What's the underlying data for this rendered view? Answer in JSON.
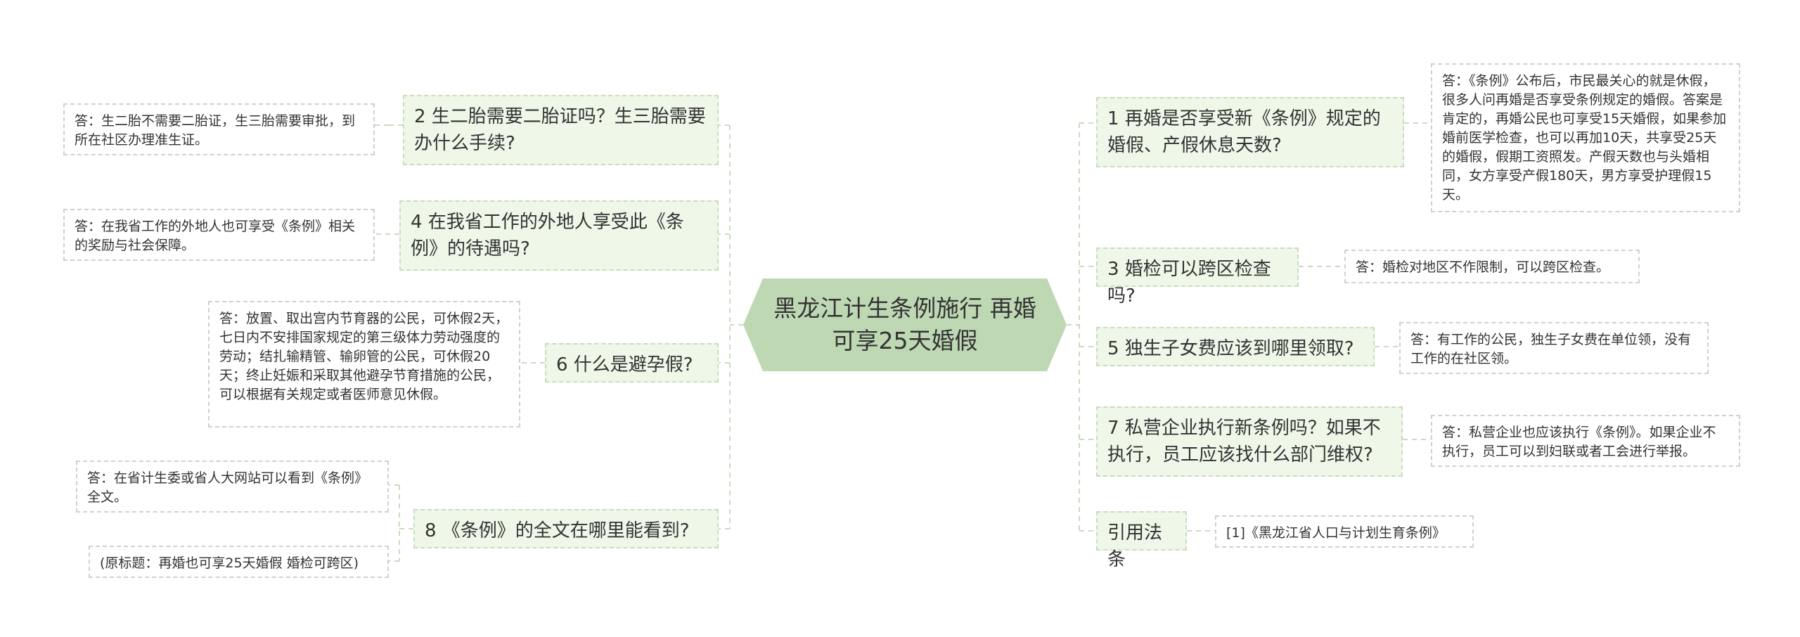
{
  "center": {
    "title": "黑龙江计生条例施行 再婚可享25天婚假"
  },
  "colors": {
    "center_fill": "#bed8b4",
    "branch_fill": "#eef7e8",
    "line": "#c9dcbf",
    "leaf_border": "#d0d0d0"
  },
  "right": [
    {
      "q": "1 再婚是否享受新《条例》规定的婚假、产假休息天数?",
      "a": [
        "答：《条例》公布后，市民最关心的就是休假，很多人问再婚是否享受条例规定的婚假。答案是肯定的，再婚公民也可享受15天婚假，如果参加婚前医学检查，也可以再加10天，共享受25天的婚假，假期工资照发。产假天数也与头婚相同，女方享受产假180天，男方享受护理假15天。"
      ]
    },
    {
      "q": "3 婚检可以跨区检查吗?",
      "a": [
        "答：婚检对地区不作限制，可以跨区检查。"
      ]
    },
    {
      "q": "5 独生子女费应该到哪里领取?",
      "a": [
        "答：有工作的公民，独生子女费在单位领，没有工作的在社区领。"
      ]
    },
    {
      "q": "7 私营企业执行新条例吗？如果不执行，员工应该找什么部门维权?",
      "a": [
        "答：私营企业也应该执行《条例》。如果企业不执行，员工可以到妇联或者工会进行举报。"
      ]
    },
    {
      "q": "引用法条",
      "a": [
        "[1]《黑龙江省人口与计划生育条例》"
      ]
    }
  ],
  "left": [
    {
      "q": "2 生二胎需要二胎证吗？生三胎需要办什么手续?",
      "a": [
        "答：生二胎不需要二胎证，生三胎需要审批，到所在社区办理准生证。"
      ]
    },
    {
      "q": "4 在我省工作的外地人享受此《条例》的待遇吗?",
      "a": [
        "答：在我省工作的外地人也可享受《条例》相关的奖励与社会保障。"
      ]
    },
    {
      "q": "6 什么是避孕假?",
      "a": [
        "答：放置、取出宫内节育器的公民，可休假2天，七日内不安排国家规定的第三级体力劳动强度的劳动；结扎输精管、输卵管的公民，可休假20天；终止妊娠和采取其他避孕节育措施的公民，可以根据有关规定或者医师意见休假。"
      ]
    },
    {
      "q": "8 《条例》的全文在哪里能看到?",
      "a": [
        "答：在省计生委或省人大网站可以看到《条例》全文。",
        "(原标题：再婚也可享25天婚假 婚检可跨区)"
      ]
    }
  ]
}
